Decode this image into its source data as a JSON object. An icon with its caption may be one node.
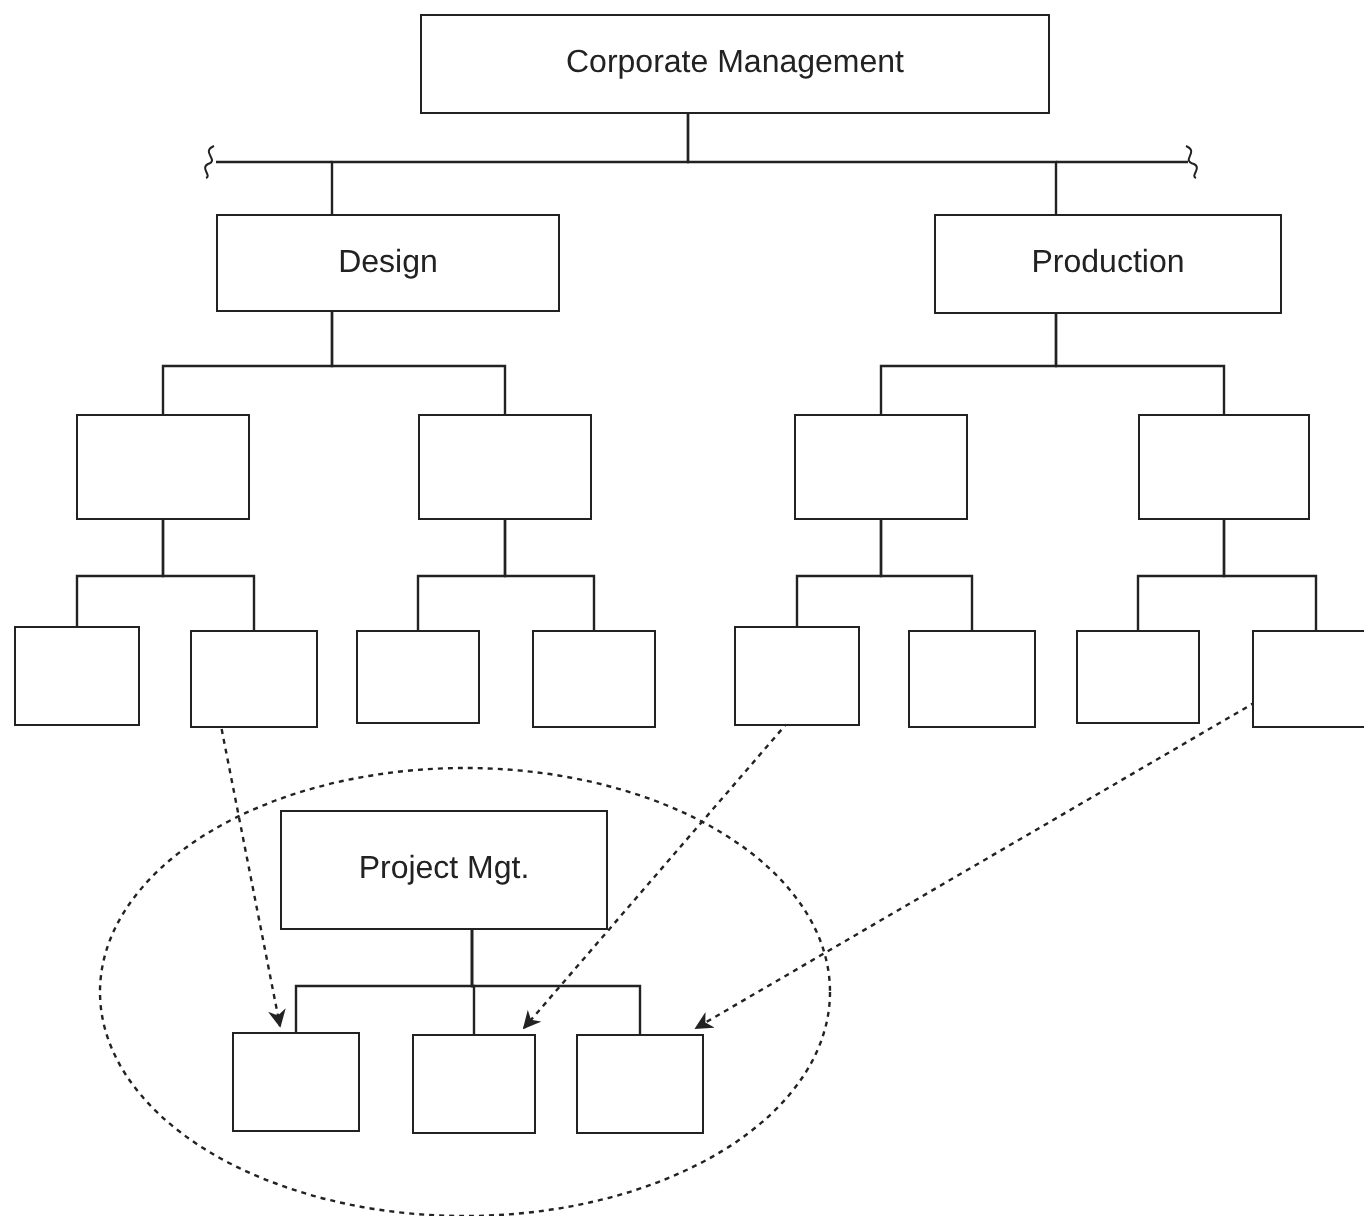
{
  "diagram": {
    "nodes": [
      {
        "text": [
          "Corporate Management"
        ]
      },
      {
        "text": [
          "Design"
        ]
      },
      {
        "text": [
          "Production"
        ]
      },
      {
        "text": [],
        "shape": "box"
      },
      {
        "text": [],
        "shape": "box"
      },
      {
        "text": [],
        "shape": "box"
      },
      {
        "text": [],
        "shape": "box"
      },
      {
        "text": [],
        "shape": "box"
      },
      {
        "text": [],
        "shape": "box"
      },
      {
        "text": [],
        "shape": "box"
      },
      {
        "text": [],
        "shape": "box"
      },
      {
        "text": [],
        "shape": "box"
      },
      {
        "text": [],
        "shape": "box"
      },
      {
        "text": [],
        "shape": "box"
      },
      {
        "text": [],
        "shape": "box"
      },
      {
        "text": [],
        "shape": "ellipse"
      },
      {
        "text": [
          "Project Mgt."
        ],
        "in": 15
      },
      {
        "text": [],
        "shape": "box",
        "in": 15
      },
      {
        "text": [],
        "shape": "box",
        "in": 15
      },
      {
        "text": [],
        "shape": "box",
        "in": 15
      }
    ],
    "edges": [
      {
        "from": 0,
        "to": 1,
        "arrow": "none"
      },
      {
        "from": 0,
        "to": 2,
        "arrow": "none"
      },
      {
        "from": 1,
        "to": 3,
        "arrow": "none"
      },
      {
        "from": 1,
        "to": 4,
        "arrow": "none"
      },
      {
        "from": 2,
        "to": 5,
        "arrow": "none"
      },
      {
        "from": 2,
        "to": 6,
        "arrow": "none"
      },
      {
        "from": 3,
        "to": 7,
        "arrow": "none"
      },
      {
        "from": 3,
        "to": 8,
        "arrow": "none"
      },
      {
        "from": 4,
        "to": 9,
        "arrow": "none"
      },
      {
        "from": 4,
        "to": 10,
        "arrow": "none"
      },
      {
        "from": 5,
        "to": 11,
        "arrow": "none"
      },
      {
        "from": 5,
        "to": 12,
        "arrow": "none"
      },
      {
        "from": 6,
        "to": 13,
        "arrow": "none"
      },
      {
        "from": 6,
        "to": 14,
        "arrow": "none"
      },
      {
        "from": 16,
        "to": 17,
        "arrow": "none"
      },
      {
        "from": 16,
        "to": 18,
        "arrow": "none"
      },
      {
        "from": 16,
        "to": 19,
        "arrow": "none"
      },
      {
        "from": 8,
        "to": 17,
        "arrow": "to",
        "style": "dashed"
      },
      {
        "from": 11,
        "to": 18,
        "arrow": "to",
        "style": "dashed"
      },
      {
        "from": 14,
        "to": 19,
        "arrow": "to",
        "style": "dashed"
      }
    ]
  }
}
